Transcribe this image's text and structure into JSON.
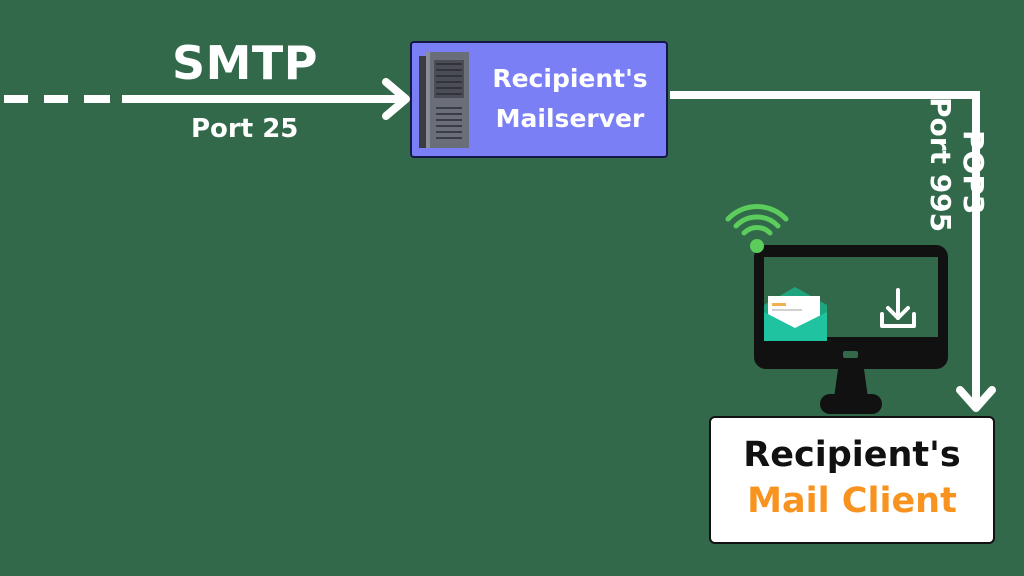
{
  "incoming": {
    "protocol": "SMTP",
    "port": "Port 25"
  },
  "mailserver": {
    "line1": "Recipient's",
    "line2": "Mailserver",
    "icon": "server-tower-icon"
  },
  "retrieval": {
    "protocol": "POP3",
    "port": "Port 995"
  },
  "client": {
    "line1": "Recipient's",
    "line2": "Mail Client",
    "icons": [
      "monitor-icon",
      "wifi-icon",
      "envelope-icon",
      "download-icon"
    ]
  },
  "colors": {
    "background": "#31694a",
    "connector": "#ffffff",
    "mailserver_fill": "#7b7ff6",
    "client_accent": "#f7931e",
    "wifi": "#5ccc5c",
    "envelope": "#1fc39f"
  }
}
